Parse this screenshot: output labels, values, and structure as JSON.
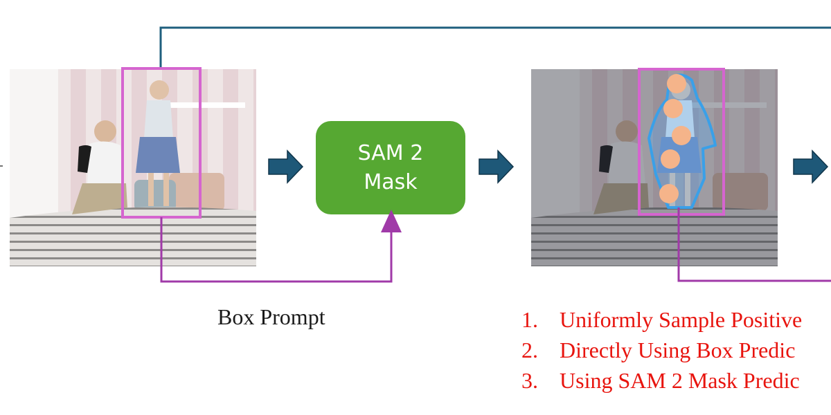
{
  "sam_block": {
    "line1": "SAM 2",
    "line2": "Mask"
  },
  "caption": "Box Prompt",
  "strategies": [
    {
      "num": "1.",
      "text": "Uniformly Sample Positive"
    },
    {
      "num": "2.",
      "text": "Directly Using Box Predic"
    },
    {
      "num": "3.",
      "text": "Using SAM 2 Mask Predic"
    }
  ],
  "colors": {
    "box_prompt": "#d565cf",
    "purple_arrow": "#a03aa8",
    "teal_line": "#1f5f7e",
    "block_arrow": "#1e5878",
    "sam_green": "#56a832",
    "point": "#f5b48a",
    "mask_outline": "#3aa0e8",
    "strategy_text": "#e8140e"
  }
}
